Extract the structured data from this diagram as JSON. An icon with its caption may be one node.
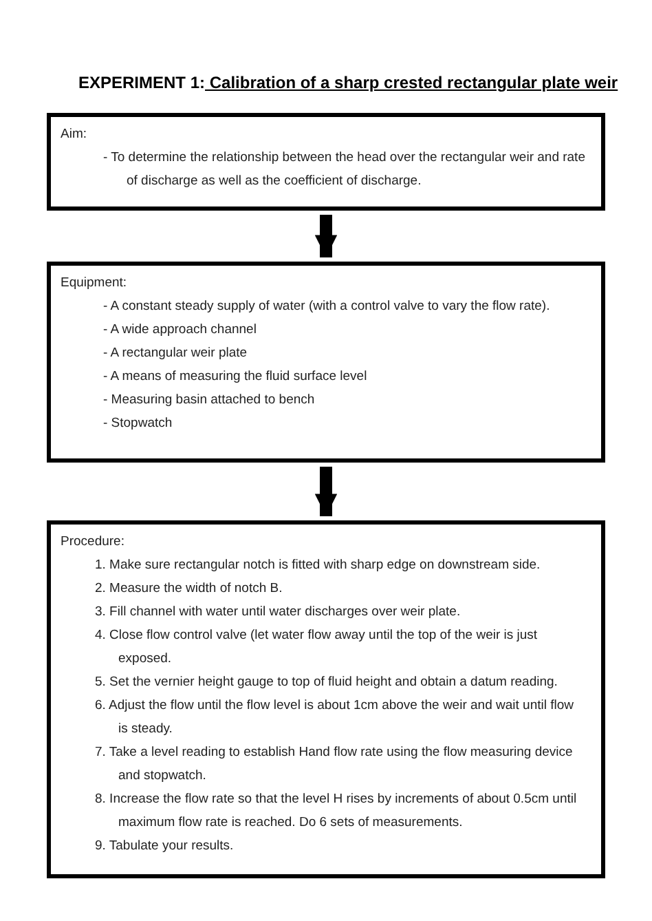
{
  "diagram": {
    "title": "EXPERIMENT 1: Calibration of a sharp crested rectangular plate weir",
    "nodes": [
      {
        "text": [
          "Aim:",
          "- To determine the relationship between the head over the rectangular weir and rate of discharge as well as the coefficient of discharge."
        ]
      },
      {
        "text": [
          "Equipment:",
          "- A constant steady supply of water (with a control valve to vary the flow rate).",
          "- A wide approach channel",
          "- A rectangular weir plate",
          "- A means of measuring the fluid surface level",
          "- Measuring basin attached to bench",
          "- Stopwatch"
        ]
      },
      {
        "text": [
          "Procedure:",
          "1. Make sure rectangular notch is fitted with sharp edge on downstream side.",
          "2. Measure the width of notch B.",
          "3. Fill channel with water until water discharges over weir plate.",
          "4. Close flow control valve (let water flow away until the top of the weir is just exposed.",
          "5. Set the vernier height gauge to top of fluid height and obtain a datum reading.",
          "6. Adjust the flow until the flow level is about 1cm above the weir and wait until flow is steady.",
          "7. Take a level reading to establish Hand flow rate using the flow measuring device and stopwatch.",
          "8. Increase the flow rate so that the level H rises by increments of about 0.5cm until maximum flow rate is reached. Do 6 sets of measurements.",
          "9. Tabulate your results."
        ]
      }
    ],
    "edges": [
      {
        "from": 0,
        "to": 1,
        "arrow": "to"
      },
      {
        "from": 1,
        "to": 2,
        "arrow": "to"
      }
    ]
  }
}
